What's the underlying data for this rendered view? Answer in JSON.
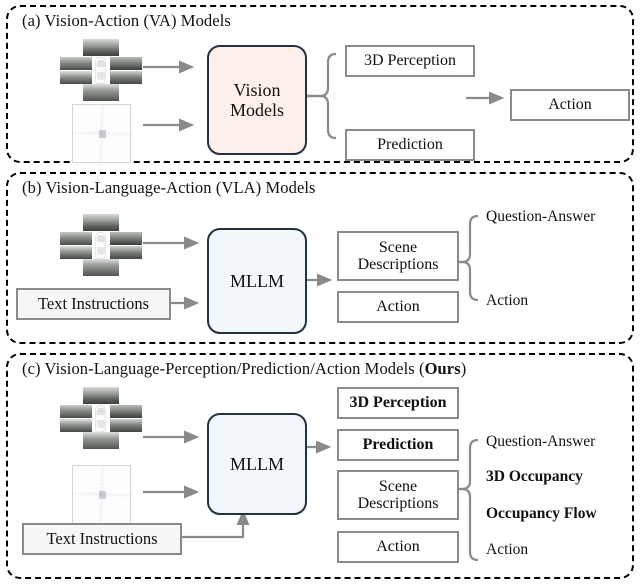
{
  "figure": {
    "caption_a": "(a) Vision-Action (VA) Models",
    "caption_b": "(b) Vision-Language-Action (VLA) Models",
    "caption_c_pre": "(c) Vision-Language-Perception/Prediction/Action Models (",
    "caption_c_bold": "Ours",
    "caption_c_post": ")"
  },
  "colors": {
    "vision_box_fill": "#fdf0ea",
    "mllm_box_fill": "#f1f7fb",
    "core_box_border": "#233140",
    "output_box_border": "#8a8a8a",
    "text_box_fill": "#f7f7f7",
    "arrow": "#8a8a8a",
    "panel_border": "#000000"
  },
  "panel_a": {
    "title": "(a) Vision-Action (VA) Models",
    "inputs": {
      "camera_cluster": "multi-view-camera-images",
      "lidar": "lidar-point-cloud"
    },
    "core": "Vision\nModels",
    "core_line1": "Vision",
    "core_line2": "Models",
    "outputs": [
      {
        "label": "3D Perception",
        "bold": false
      },
      {
        "label": "Prediction",
        "bold": false
      }
    ],
    "final": "Action"
  },
  "panel_b": {
    "title": "(b) Vision-Language-Action (VLA) Models",
    "inputs": {
      "camera_cluster": "multi-view-camera-images",
      "text": "Text Instructions"
    },
    "core": "MLLM",
    "outputs": [
      {
        "label_line1": "Scene",
        "label_line2": "Descriptions",
        "bold": false
      },
      {
        "label_line1": "Action",
        "label_line2": "",
        "bold": false
      }
    ],
    "branch_labels": [
      {
        "label": "Question-Answer",
        "bold": false
      },
      {
        "label": "Action",
        "bold": false
      }
    ]
  },
  "panel_c": {
    "title_pre": "(c) Vision-Language-Perception/Prediction/Action Models (",
    "title_bold": "Ours",
    "title_post": ")",
    "inputs": {
      "camera_cluster": "multi-view-camera-images",
      "lidar": "lidar-point-cloud",
      "text": "Text Instructions"
    },
    "core": "MLLM",
    "outputs": [
      {
        "label_line1": "3D Perception",
        "label_line2": "",
        "bold": true
      },
      {
        "label_line1": "Prediction",
        "label_line2": "",
        "bold": true
      },
      {
        "label_line1": "Scene",
        "label_line2": "Descriptions",
        "bold": false
      },
      {
        "label_line1": "Action",
        "label_line2": "",
        "bold": false
      }
    ],
    "branch_labels": [
      {
        "label": "Question-Answer",
        "bold": false
      },
      {
        "label": "3D Occupancy",
        "bold": true
      },
      {
        "label": "Occupancy Flow",
        "bold": true
      },
      {
        "label": "Action",
        "bold": false
      }
    ]
  }
}
